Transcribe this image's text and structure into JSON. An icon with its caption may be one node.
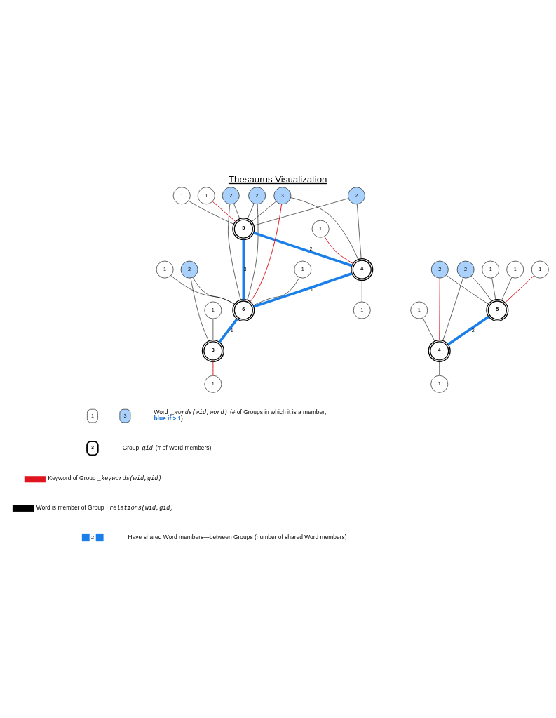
{
  "diagram": {
    "title": "Thesaurus Visualization",
    "nodes": [
      {
        "text": [
          "1"
        ]
      },
      {
        "text": [
          "2"
        ]
      },
      {
        "text": [
          "1"
        ]
      },
      {
        "text": [
          "2"
        ]
      },
      {
        "text": [
          "5"
        ]
      },
      {
        "text": [
          "6"
        ]
      },
      {
        "text": [
          "2"
        ]
      },
      {
        "text": [
          "3"
        ]
      },
      {
        "text": [
          "1"
        ]
      },
      {
        "text": [
          "1"
        ]
      },
      {
        "text": [
          "3"
        ]
      },
      {
        "text": [
          "2"
        ]
      },
      {
        "text": [
          "1"
        ]
      },
      {
        "text": [
          "4"
        ]
      },
      {
        "text": [
          "1"
        ]
      },
      {
        "text": [
          "1"
        ]
      },
      {
        "text": [
          "1"
        ]
      },
      {
        "text": [
          "1"
        ]
      },
      {
        "text": [
          "2"
        ]
      },
      {
        "text": [
          "1"
        ]
      },
      {
        "text": [
          "4"
        ]
      },
      {
        "text": [
          "1"
        ]
      },
      {
        "text": [
          "5"
        ]
      },
      {
        "text": [
          "1"
        ]
      },
      {
        "text": [
          "2"
        ]
      },
      {
        "text": [
          "1"
        ]
      }
    ],
    "edges": [
      {
        "from": 0,
        "to": 4,
        "arrow": "none"
      },
      {
        "from": 1,
        "to": 4,
        "arrow": "none"
      },
      {
        "from": 1,
        "to": 5,
        "arrow": "none"
      },
      {
        "from": 3,
        "to": 4,
        "arrow": "none"
      },
      {
        "from": 3,
        "to": 5,
        "arrow": "none"
      },
      {
        "from": 2,
        "to": 5,
        "arrow": "none"
      },
      {
        "from": 8,
        "to": 4,
        "arrow": "none",
        "color": "#e0141e"
      },
      {
        "from": 4,
        "to": 5,
        "arrow": "none",
        "label": "3",
        "style": "thick",
        "color": "#1a7fe8"
      },
      {
        "from": 7,
        "to": 4,
        "arrow": "none"
      },
      {
        "from": 7,
        "to": 5,
        "arrow": "none",
        "color": "#e0141e"
      },
      {
        "from": 7,
        "to": 13,
        "arrow": "none"
      },
      {
        "from": 4,
        "to": 13,
        "arrow": "none",
        "label": "2",
        "style": "thick",
        "color": "#1a7fe8"
      },
      {
        "from": 13,
        "to": 5,
        "arrow": "none",
        "label": "1",
        "style": "thick",
        "color": "#1a7fe8"
      },
      {
        "from": 5,
        "to": 10,
        "arrow": "none",
        "label": "1",
        "style": "thick",
        "color": "#1a7fe8"
      },
      {
        "from": 6,
        "to": 5,
        "arrow": "none"
      },
      {
        "from": 6,
        "to": 10,
        "arrow": "none"
      },
      {
        "from": 9,
        "to": 5,
        "arrow": "none"
      },
      {
        "from": 11,
        "to": 4,
        "arrow": "none"
      },
      {
        "from": 11,
        "to": 13,
        "arrow": "none"
      },
      {
        "from": 10,
        "to": 12,
        "arrow": "none",
        "color": "#e0141e"
      },
      {
        "from": 14,
        "to": 10,
        "arrow": "none"
      },
      {
        "from": 13,
        "to": 15,
        "arrow": "none"
      },
      {
        "from": 16,
        "to": 13,
        "arrow": "none",
        "color": "#e0141e"
      },
      {
        "from": 18,
        "to": 22,
        "arrow": "none"
      },
      {
        "from": 18,
        "to": 20,
        "arrow": "none",
        "color": "#e0141e"
      },
      {
        "from": 19,
        "to": 22,
        "arrow": "none"
      },
      {
        "from": 17,
        "to": 20,
        "arrow": "none"
      },
      {
        "from": 21,
        "to": 22,
        "arrow": "none"
      },
      {
        "from": 22,
        "to": 20,
        "arrow": "none",
        "label": "2",
        "style": "thick",
        "color": "#1a7fe8"
      },
      {
        "from": 24,
        "to": 22,
        "arrow": "none"
      },
      {
        "from": 24,
        "to": 20,
        "arrow": "none"
      },
      {
        "from": 20,
        "to": 23,
        "arrow": "none"
      },
      {
        "from": 25,
        "to": 22,
        "arrow": "none",
        "color": "#e0141e"
      }
    ],
    "labels": [
      "1",
      "3",
      "3",
      "2"
    ],
    "legend": [
      {
        "text": "Word *_words(wid,word)* (# of Groups in which it is a member; **blue if > 1**)"
      },
      {
        "text": "Group *gid* (# of Word members)"
      },
      {
        "text": "Keyword of Group *_keywords(wid,gid)*"
      },
      {
        "text": "Word is member of Group *_relations(wid,gid)*"
      },
      {
        "text": "Have shared Word members—between Groups (number of shared Word members)"
      }
    ]
  }
}
